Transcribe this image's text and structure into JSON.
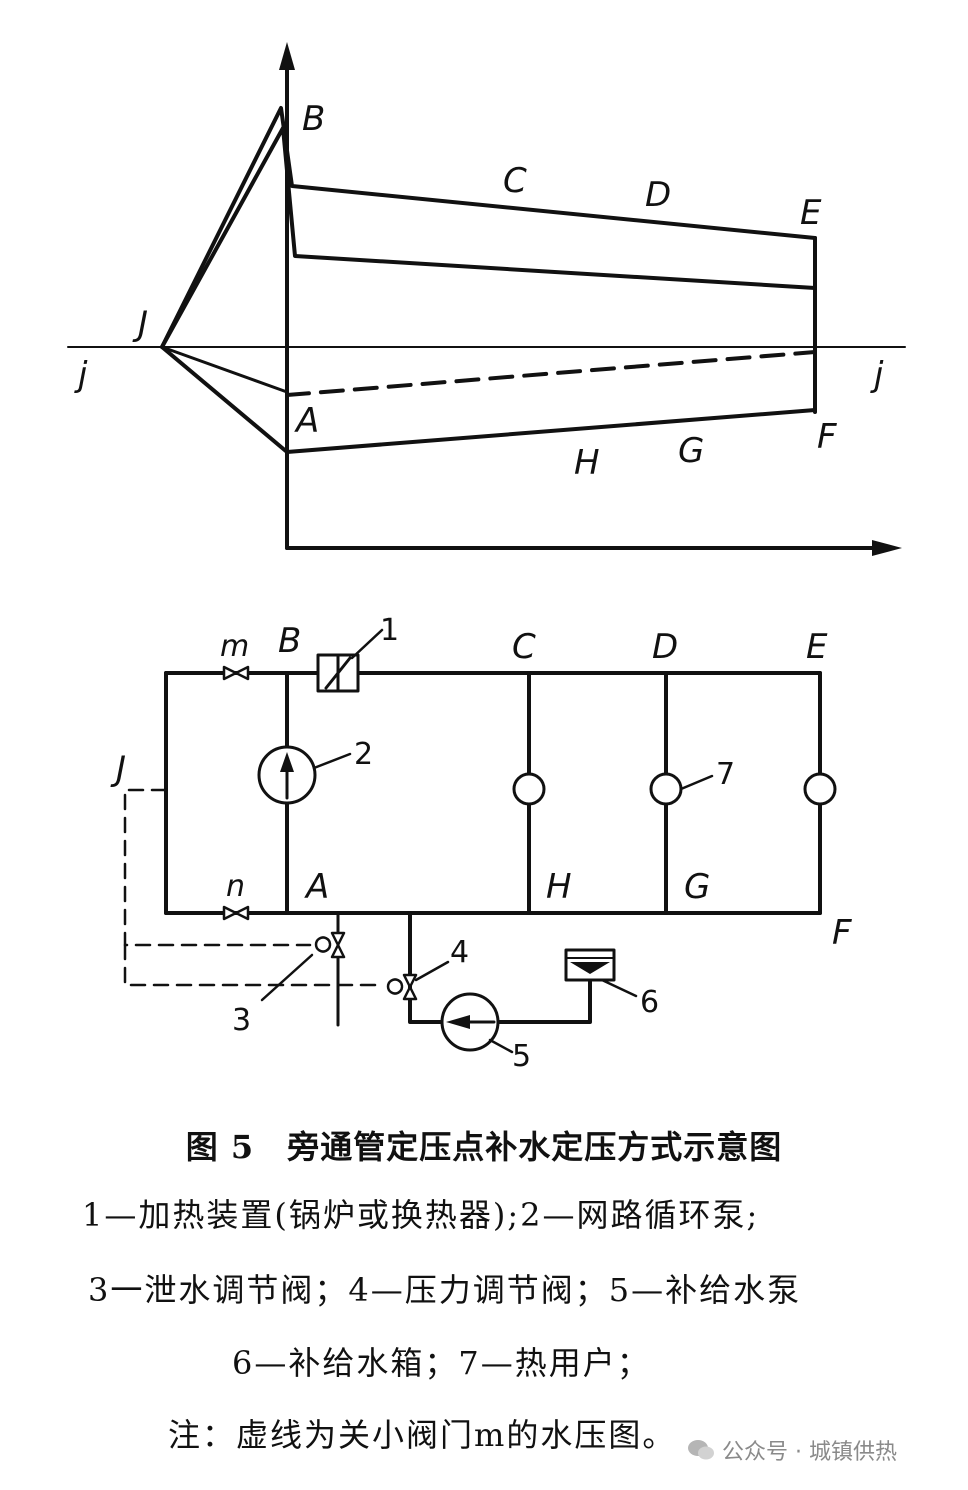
{
  "graph": {
    "labels": {
      "B": "B",
      "C": "C",
      "D": "D",
      "E": "E",
      "J": "J",
      "j_left": "j",
      "j_right": "j",
      "A": "A",
      "F": "F",
      "H": "H",
      "G": "G"
    }
  },
  "schematic": {
    "labels": {
      "m": "m",
      "B": "B",
      "C": "C",
      "D": "D",
      "E": "E",
      "J": "J",
      "n": "n",
      "A": "A",
      "H": "H",
      "G": "G",
      "F": "F"
    },
    "numbers": {
      "n1": "1",
      "n2": "2",
      "n3": "3",
      "n4": "4",
      "n5": "5",
      "n6": "6",
      "n7": "7"
    }
  },
  "caption": {
    "title": "图 5　旁通管定压点补水定压方式示意图",
    "legend_line1": "1—加热装置(锅炉或换热器);2—网路循环泵;",
    "legend_line2": "3一泄水调节阀；4—压力调节阀；5—补给水泵",
    "legend_line3": "6—补给水箱；7—热用户；",
    "note": "注：虚线为关小阀门m的水压图。"
  },
  "watermark": {
    "text": "公众号 · 城镇供热"
  }
}
